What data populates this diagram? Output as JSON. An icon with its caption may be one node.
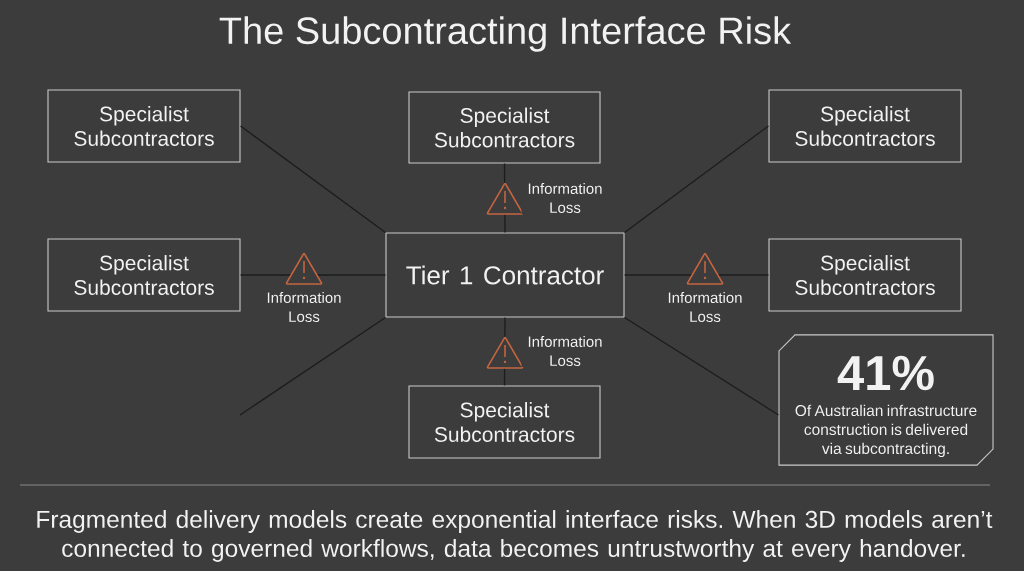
{
  "diagram": {
    "title": "The Subcontracting Interface Risk",
    "caption": "Fragmented delivery models create exponential interface risks. When 3D models aren’t connected to governed workflows, data becomes untrustworthy at every handover.",
    "nodes": [
      {
        "text": [
          "Specialist Subcontractors"
        ]
      },
      {
        "text": [
          "Specialist Subcontractors"
        ]
      },
      {
        "text": [
          "Specialist Subcontractors"
        ]
      },
      {
        "text": [
          "Specialist Subcontractors"
        ]
      },
      {
        "text": [
          "Tier 1 Contractor"
        ]
      },
      {
        "text": [
          "Specialist Subcontractors"
        ]
      },
      {
        "text": [
          "Specialist Subcontractors"
        ]
      },
      {
        "text": [
          "41%",
          "Of Australian infrastructure construction is delivered via subcontracting."
        ]
      }
    ],
    "edges": [
      {
        "from": 4,
        "to": 0,
        "arrow": "none"
      },
      {
        "from": 4,
        "to": 1,
        "arrow": "none",
        "label": "Information Loss"
      },
      {
        "from": 4,
        "to": 2,
        "arrow": "none"
      },
      {
        "from": 4,
        "to": 3,
        "arrow": "none",
        "label": "Information Loss"
      },
      {
        "from": 4,
        "to": 5,
        "arrow": "none",
        "label": "Information Loss"
      },
      {
        "from": 4,
        "to": null,
        "arrow": "none"
      },
      {
        "from": 4,
        "to": 6,
        "arrow": "none",
        "label": "Information Loss"
      },
      {
        "from": 4,
        "to": 7,
        "arrow": "none"
      }
    ]
  }
}
